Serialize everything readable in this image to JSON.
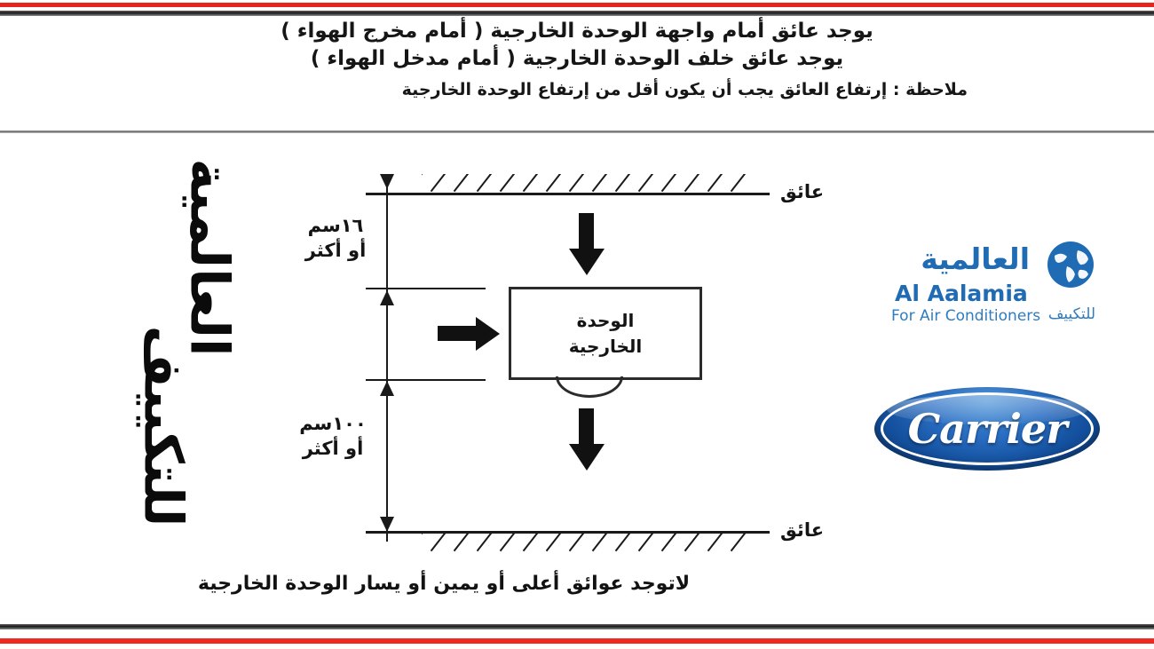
{
  "header": {
    "line1": "يوجد عائق أمام واجهة الوحدة الخارجية ( أمام مخرج الهواء )",
    "line2": "يوجد عائق خلف الوحدة الخارجية ( أمام مدخل الهواء )",
    "note": "ملاحظة : إرتفاع العائق يجب أن يكون أقل من إرتفاع الوحدة الخارجية"
  },
  "calligraphy": {
    "line1": "العالمية",
    "line2": "للتكييف"
  },
  "diagram": {
    "obstacle_top_label": "عائق",
    "obstacle_bottom_label": "عائق",
    "unit_label_line1": "الوحدة",
    "unit_label_line2": "الخارجية",
    "dimension_top_value": "١٦سم",
    "dimension_top_qualifier": "أو أكثر",
    "dimension_bottom_value": "١٠٠سم",
    "dimension_bottom_qualifier": "أو أكثر",
    "caption": "لاتوجد عوائق أعلى أو يمين أو يسار الوحدة الخارجية"
  },
  "logos": {
    "aalamia": {
      "arabic_name": "العالمية",
      "latin_name": "Al Aalamia",
      "tagline_latin": "For Air Conditioners",
      "tagline_arabic": "للتكييف",
      "color": "#1f6cb5"
    },
    "carrier": {
      "name": "Carrier",
      "color": "#14519f"
    }
  },
  "colors": {
    "rule_red": "#e8241f",
    "rule_dark": "#1c1c1c",
    "ink": "#1a1a1a"
  }
}
